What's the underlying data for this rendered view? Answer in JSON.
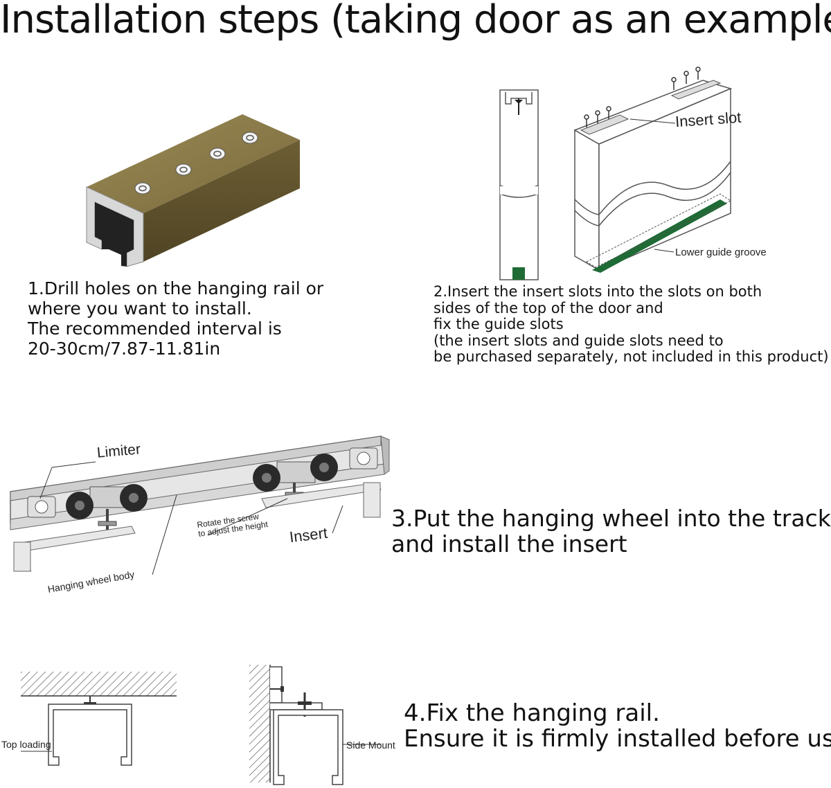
{
  "title": "Installation steps (taking door as an example)",
  "step1": {
    "lines": [
      "1.Drill holes on the hanging rail or",
      "where you want to install.",
      "The recommended interval is",
      " 20-30cm/7.87-11.81in"
    ]
  },
  "step2": {
    "lines": [
      "2.Insert the insert slots into the slots on both",
      "sides of the top of the door and",
      "fix the guide slots",
      "(the insert slots and guide slots need to",
      "be purchased separately, not included in this product)"
    ],
    "label_insert_slot": "Insert slot",
    "label_lower_guide": "Lower guide groove"
  },
  "step3": {
    "lines": [
      "3.Put the hanging wheel into the track",
      "and install the insert"
    ],
    "label_limiter": "Limiter",
    "label_rotate_1": "Rotate the screw",
    "label_rotate_2": "to adjust the height",
    "label_insert": "Insert",
    "label_wheel_body": "Hanging wheel body"
  },
  "step4": {
    "lines": [
      "4.Fix the hanging rail.",
      "Ensure it is firmly installed before use"
    ],
    "label_top": "Top loading",
    "label_side": "Side Mount"
  },
  "colors": {
    "rail_bronze": "#8a7a4a",
    "rail_dark": "#5e5230",
    "guide_green": "#1f6b35",
    "track_gray": "#cfcfcf",
    "wheel_dark": "#2a2a2a"
  }
}
